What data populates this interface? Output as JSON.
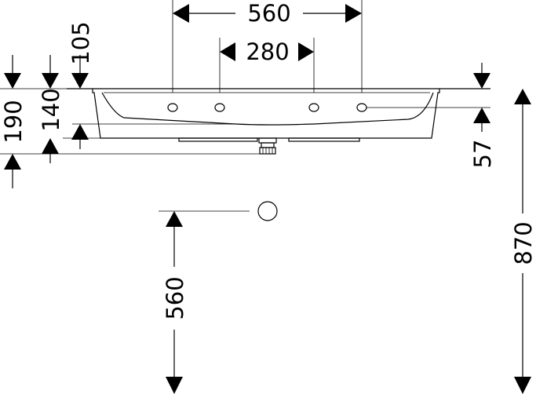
{
  "drawing": {
    "dimensions": {
      "width_outer": "560",
      "width_inner": "280",
      "height_top": "105",
      "height_left_190": "190",
      "height_left_140": "140",
      "depth_right_57": "57",
      "height_total_870": "870",
      "height_lower_560": "560"
    }
  }
}
